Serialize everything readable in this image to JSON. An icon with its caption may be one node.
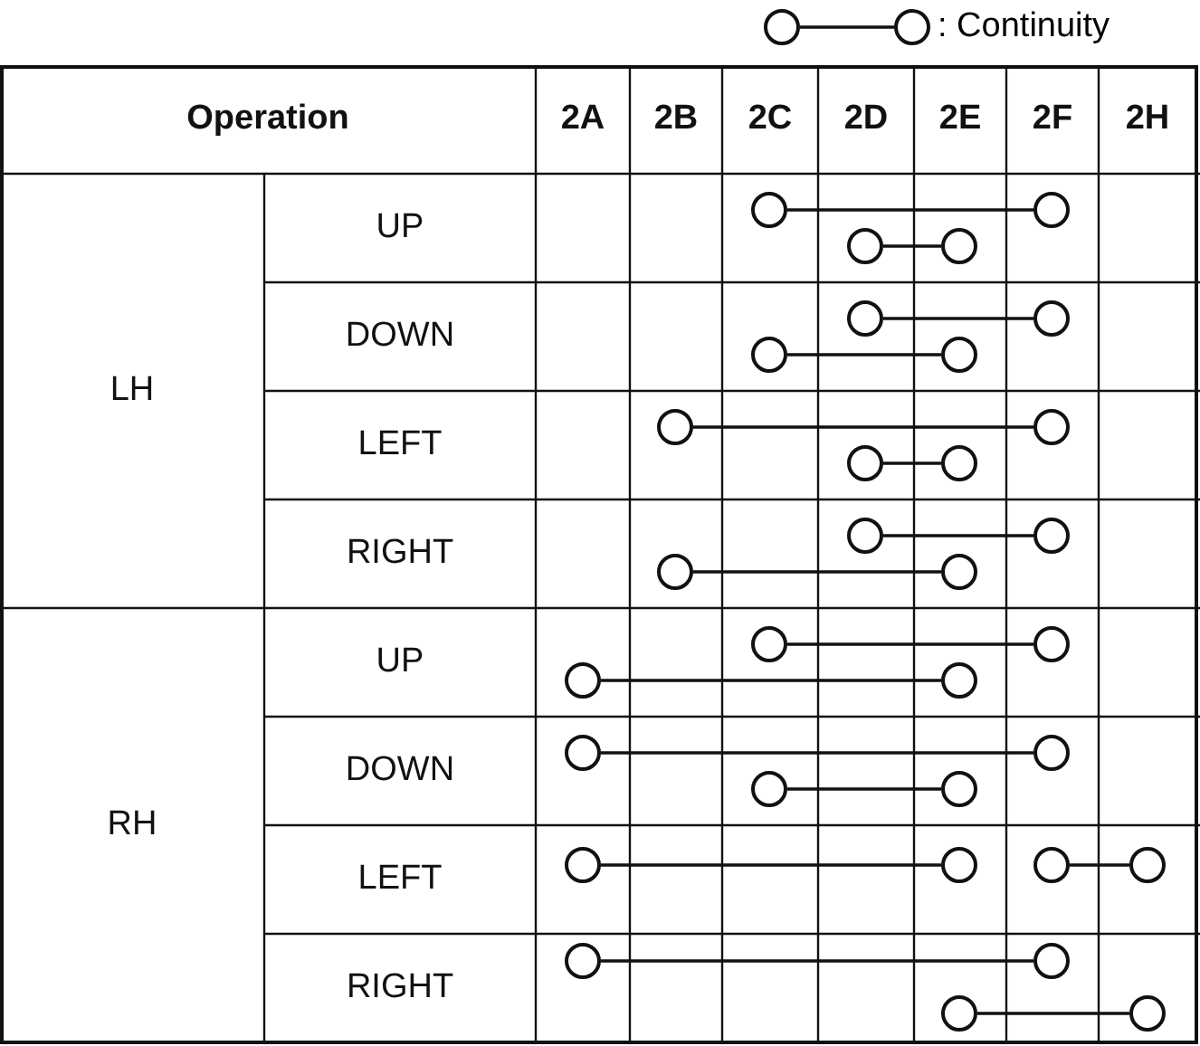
{
  "diagram": {
    "nodes": [
      {
        "text": [],
        "shape": "circle"
      },
      {
        "text": [],
        "shape": "circle"
      },
      {
        "text": [],
        "shape": "circle"
      },
      {
        "text": [],
        "shape": "circle"
      },
      {
        "text": [],
        "shape": "circle"
      },
      {
        "text": [],
        "shape": "circle"
      },
      {
        "text": [],
        "shape": "circle"
      },
      {
        "text": [],
        "shape": "circle"
      },
      {
        "text": [],
        "shape": "circle"
      },
      {
        "text": [],
        "shape": "circle"
      },
      {
        "text": [],
        "shape": "circle"
      },
      {
        "text": [],
        "shape": "circle"
      },
      {
        "text": [],
        "shape": "circle"
      },
      {
        "text": [],
        "shape": "circle"
      },
      {
        "text": [],
        "shape": "circle"
      },
      {
        "text": [],
        "shape": "circle"
      },
      {
        "text": [],
        "shape": "circle"
      },
      {
        "text": [],
        "shape": "circle"
      },
      {
        "text": [],
        "shape": "circle"
      },
      {
        "text": [],
        "shape": "circle"
      },
      {
        "text": [],
        "shape": "circle"
      },
      {
        "text": [],
        "shape": "circle"
      },
      {
        "text": [],
        "shape": "circle"
      },
      {
        "text": [],
        "shape": "circle"
      },
      {
        "text": [],
        "shape": "circle"
      },
      {
        "text": [],
        "shape": "circle"
      },
      {
        "text": [],
        "shape": "circle"
      },
      {
        "text": [],
        "shape": "circle"
      },
      {
        "text": [],
        "shape": "circle"
      },
      {
        "text": [],
        "shape": "circle"
      },
      {
        "text": [],
        "shape": "circle"
      },
      {
        "text": [],
        "shape": "circle"
      }
    ],
    "edges": [
      {
        "from": 0,
        "to": 1,
        "arrow": "none"
      },
      {
        "from": 2,
        "to": 3,
        "arrow": "none"
      },
      {
        "from": 4,
        "to": 5,
        "arrow": "none"
      },
      {
        "from": 6,
        "to": 7,
        "arrow": "none"
      },
      {
        "from": 8,
        "to": 9,
        "arrow": "none"
      },
      {
        "from": 10,
        "to": 11,
        "arrow": "none"
      },
      {
        "from": 12,
        "to": 13,
        "arrow": "none"
      },
      {
        "from": 14,
        "to": 15,
        "arrow": "none"
      },
      {
        "from": 16,
        "to": 17,
        "arrow": "none"
      },
      {
        "from": 18,
        "to": 19,
        "arrow": "none"
      },
      {
        "from": 20,
        "to": 21,
        "arrow": "none"
      },
      {
        "from": 22,
        "to": 23,
        "arrow": "none"
      },
      {
        "from": 24,
        "to": 25,
        "arrow": "none"
      },
      {
        "from": 26,
        "to": 27,
        "arrow": "none"
      },
      {
        "from": 28,
        "to": 29,
        "arrow": "none"
      },
      {
        "from": 30,
        "to": 31,
        "arrow": "none"
      }
    ],
    "labels": [
      "Operation",
      "2A",
      "2B",
      "2C",
      "2D",
      "2E",
      "2F",
      "2H",
      "LH",
      "UP",
      "DOWN",
      "LEFT",
      "RIGHT",
      "RH",
      "UP",
      "DOWN",
      "LEFT",
      "RIGHT"
    ],
    "legend": [
      {
        "text": ": Continuity"
      }
    ]
  }
}
